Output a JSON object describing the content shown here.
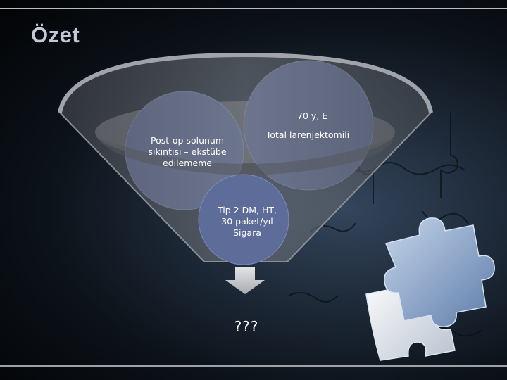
{
  "slide": {
    "title": "Özet",
    "circles": [
      {
        "id": "left",
        "lines": [
          "Post-op solunum",
          "sıkıntısı – ekstübe",
          "edilememe"
        ]
      },
      {
        "id": "right",
        "lines": [
          "70 y, E",
          "Total larenjektomili"
        ]
      },
      {
        "id": "bottom",
        "lines": [
          "Tip 2 DM, HT,",
          "30 paket/yıl",
          "Sigara"
        ]
      }
    ],
    "result": "???"
  },
  "colors": {
    "circle_fill": "#5b6a98",
    "funnel_gray": "#6f7278",
    "puzzle_blue": "#7f9bc4",
    "puzzle_white": "#eef2f7"
  }
}
